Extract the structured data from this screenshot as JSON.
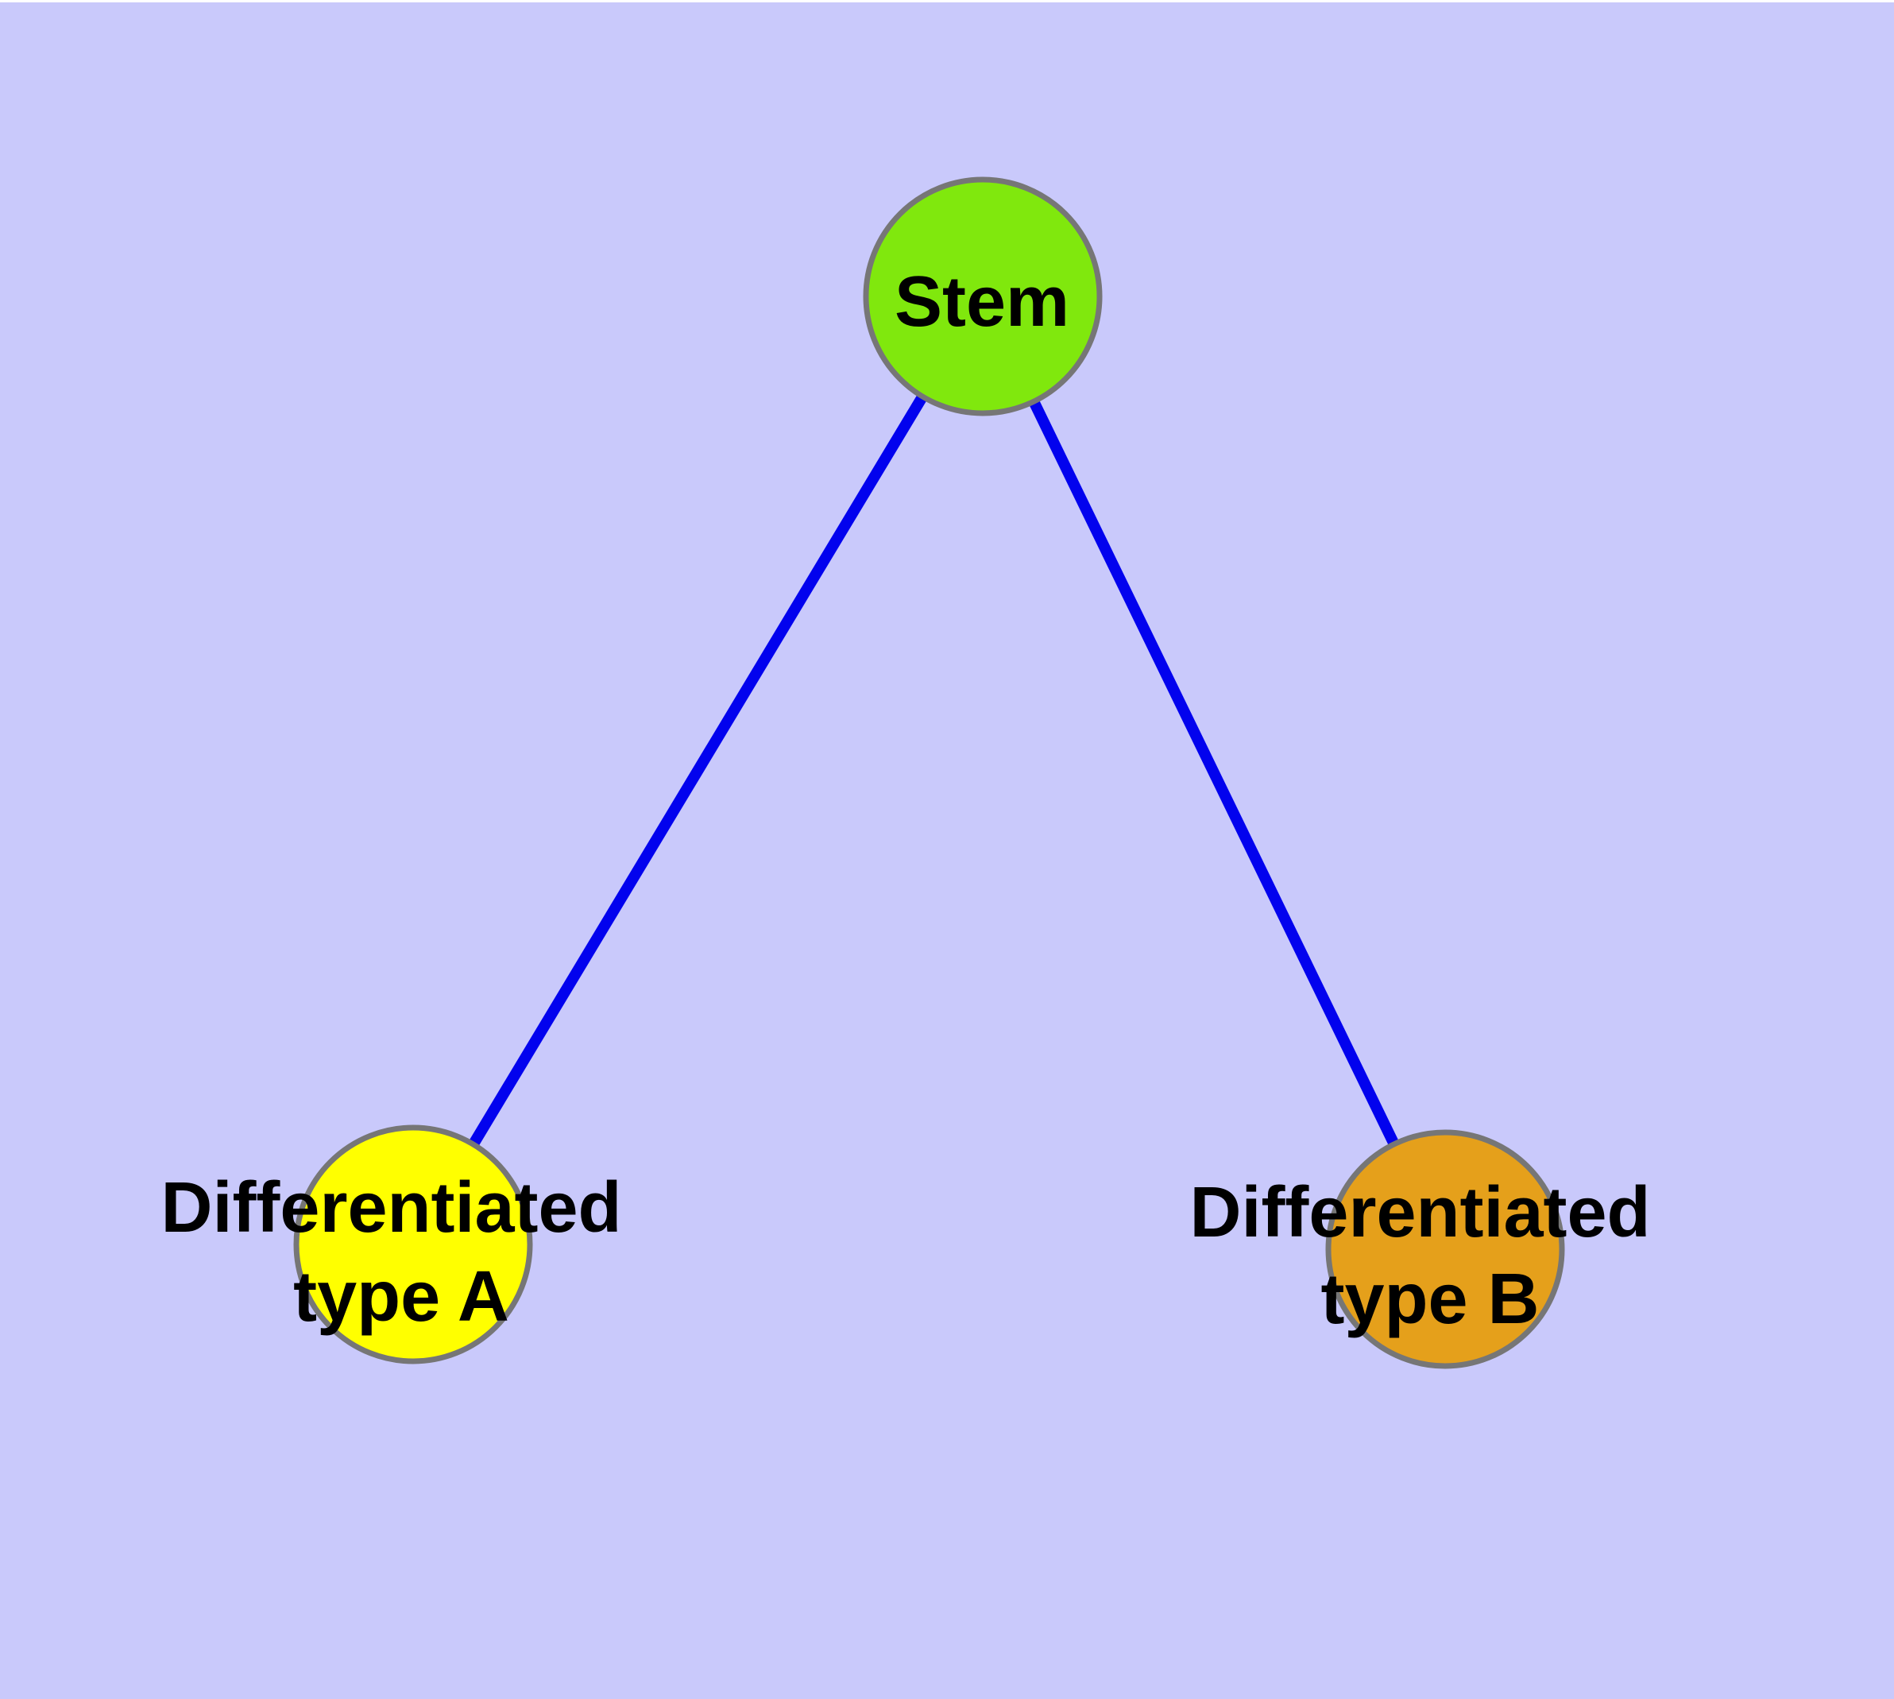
{
  "figure": {
    "background_color": "#C9C9FB",
    "top_margin_color": "#FFFFFF"
  },
  "diagram": {
    "type": "graph",
    "edge_color": "#0202EE",
    "node_border_color": "#767676",
    "label_color": "#000000",
    "nodes": [
      {
        "id": "stem",
        "label": "Stem",
        "color": "#80E80D",
        "shape": "circle"
      },
      {
        "id": "differentiated-type-a",
        "label_line1": "Differentiated",
        "label_line2": "type A",
        "color": "#FFFF00",
        "shape": "circle"
      },
      {
        "id": "differentiated-type-b",
        "label_line1": "Differentiated",
        "label_line2": "type B",
        "color": "#E5A01B",
        "shape": "circle"
      }
    ],
    "edges": [
      {
        "source": "stem",
        "target": "differentiated-type-a"
      },
      {
        "source": "stem",
        "target": "differentiated-type-b"
      }
    ]
  }
}
